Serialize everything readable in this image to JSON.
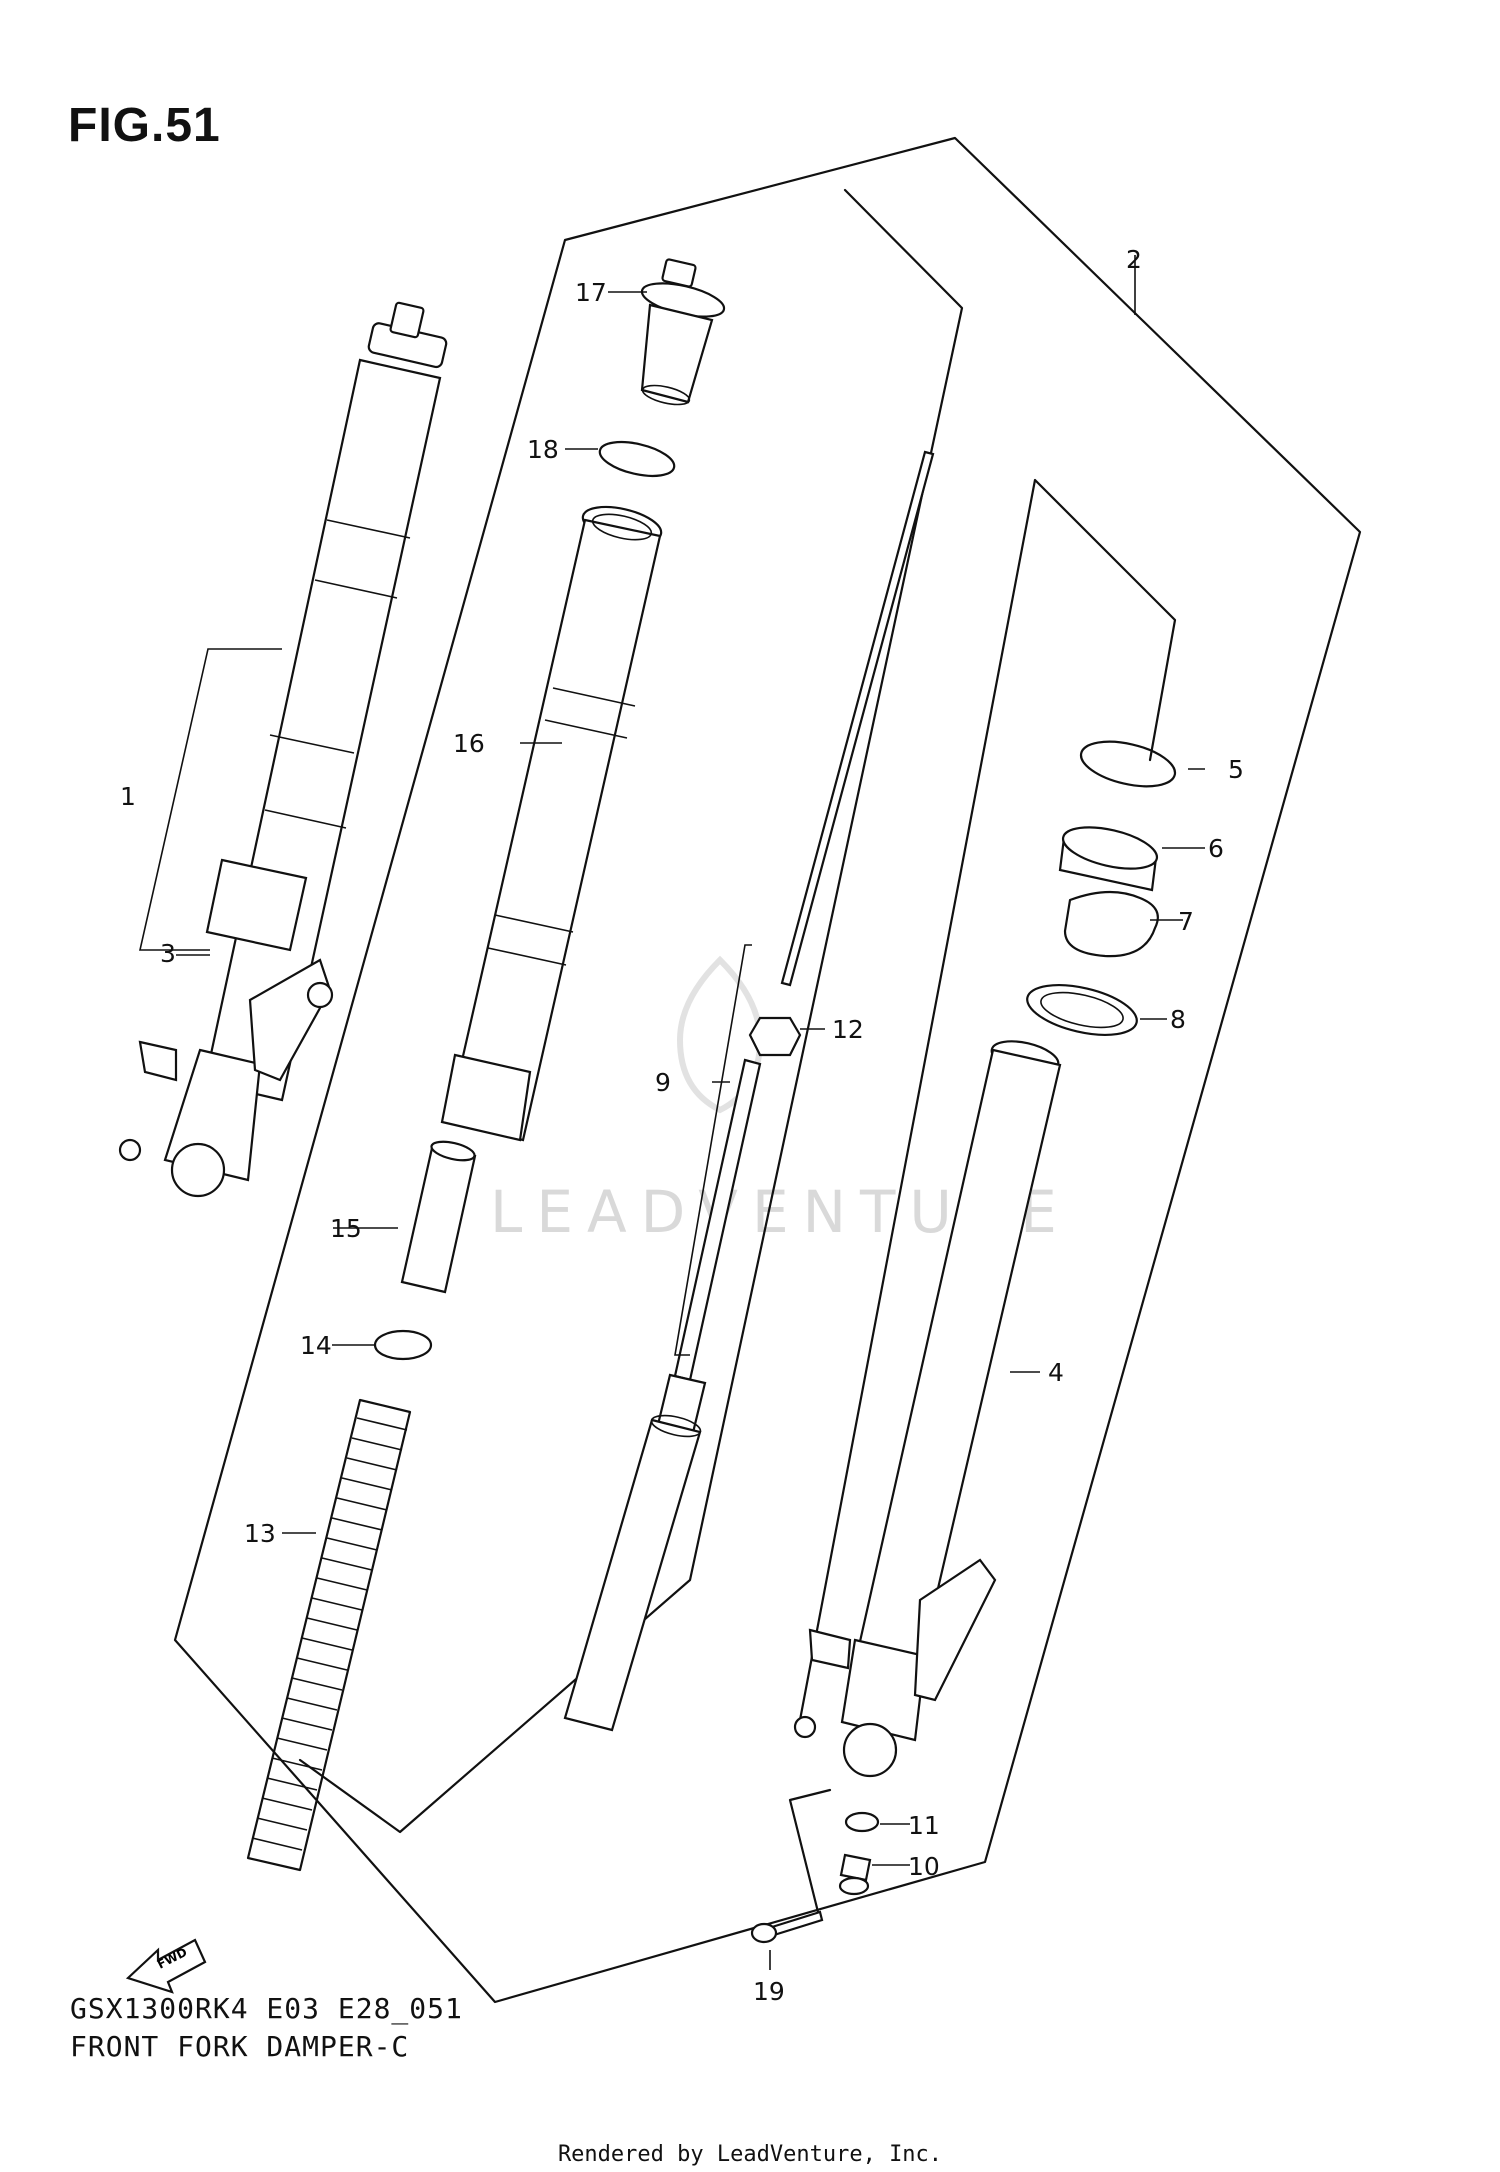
{
  "figure_title": "FIG.51",
  "model_code": "GSX1300RK4 E03 E28_051",
  "assembly_name": "FRONT FORK DAMPER-C",
  "rendered_by": "Rendered by LeadVenture, Inc.",
  "watermark": "LEADVENTURE",
  "fwd_label": "FWD",
  "callouts": [
    "1",
    "2",
    "3",
    "4",
    "5",
    "6",
    "7",
    "8",
    "9",
    "10",
    "11",
    "12",
    "13",
    "14",
    "15",
    "16",
    "17",
    "18",
    "19"
  ]
}
